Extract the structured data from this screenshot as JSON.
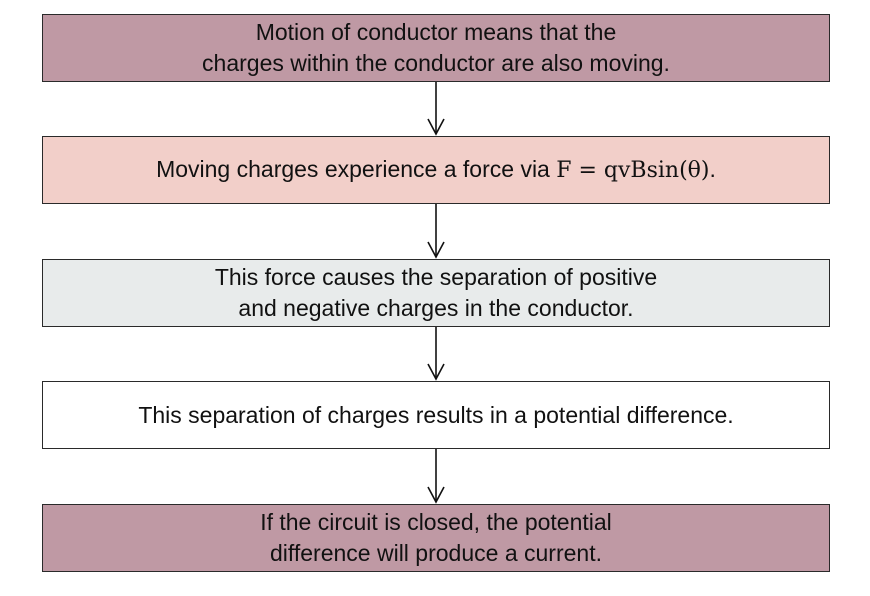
{
  "flow": {
    "steps": [
      {
        "lines": [
          "Motion of conductor means that the",
          "charges within the conductor are also moving."
        ],
        "fill": "#bf99a4"
      },
      {
        "text_before": "Moving charges experience a force via ",
        "equation": "F = qvBsin(θ)",
        "text_after": ".",
        "fill": "#f2cfc9"
      },
      {
        "lines": [
          "This force causes the separation of positive",
          "and negative charges in the conductor."
        ],
        "fill": "#e8ebeb"
      },
      {
        "lines": [
          "This separation of charges results in a potential difference."
        ],
        "fill": "#ffffff"
      },
      {
        "lines": [
          "If the circuit is closed, the potential",
          "difference will produce a current."
        ],
        "fill": "#bf99a4"
      }
    ],
    "border_color": "#2a2a2a",
    "arrow_color": "#111111"
  }
}
